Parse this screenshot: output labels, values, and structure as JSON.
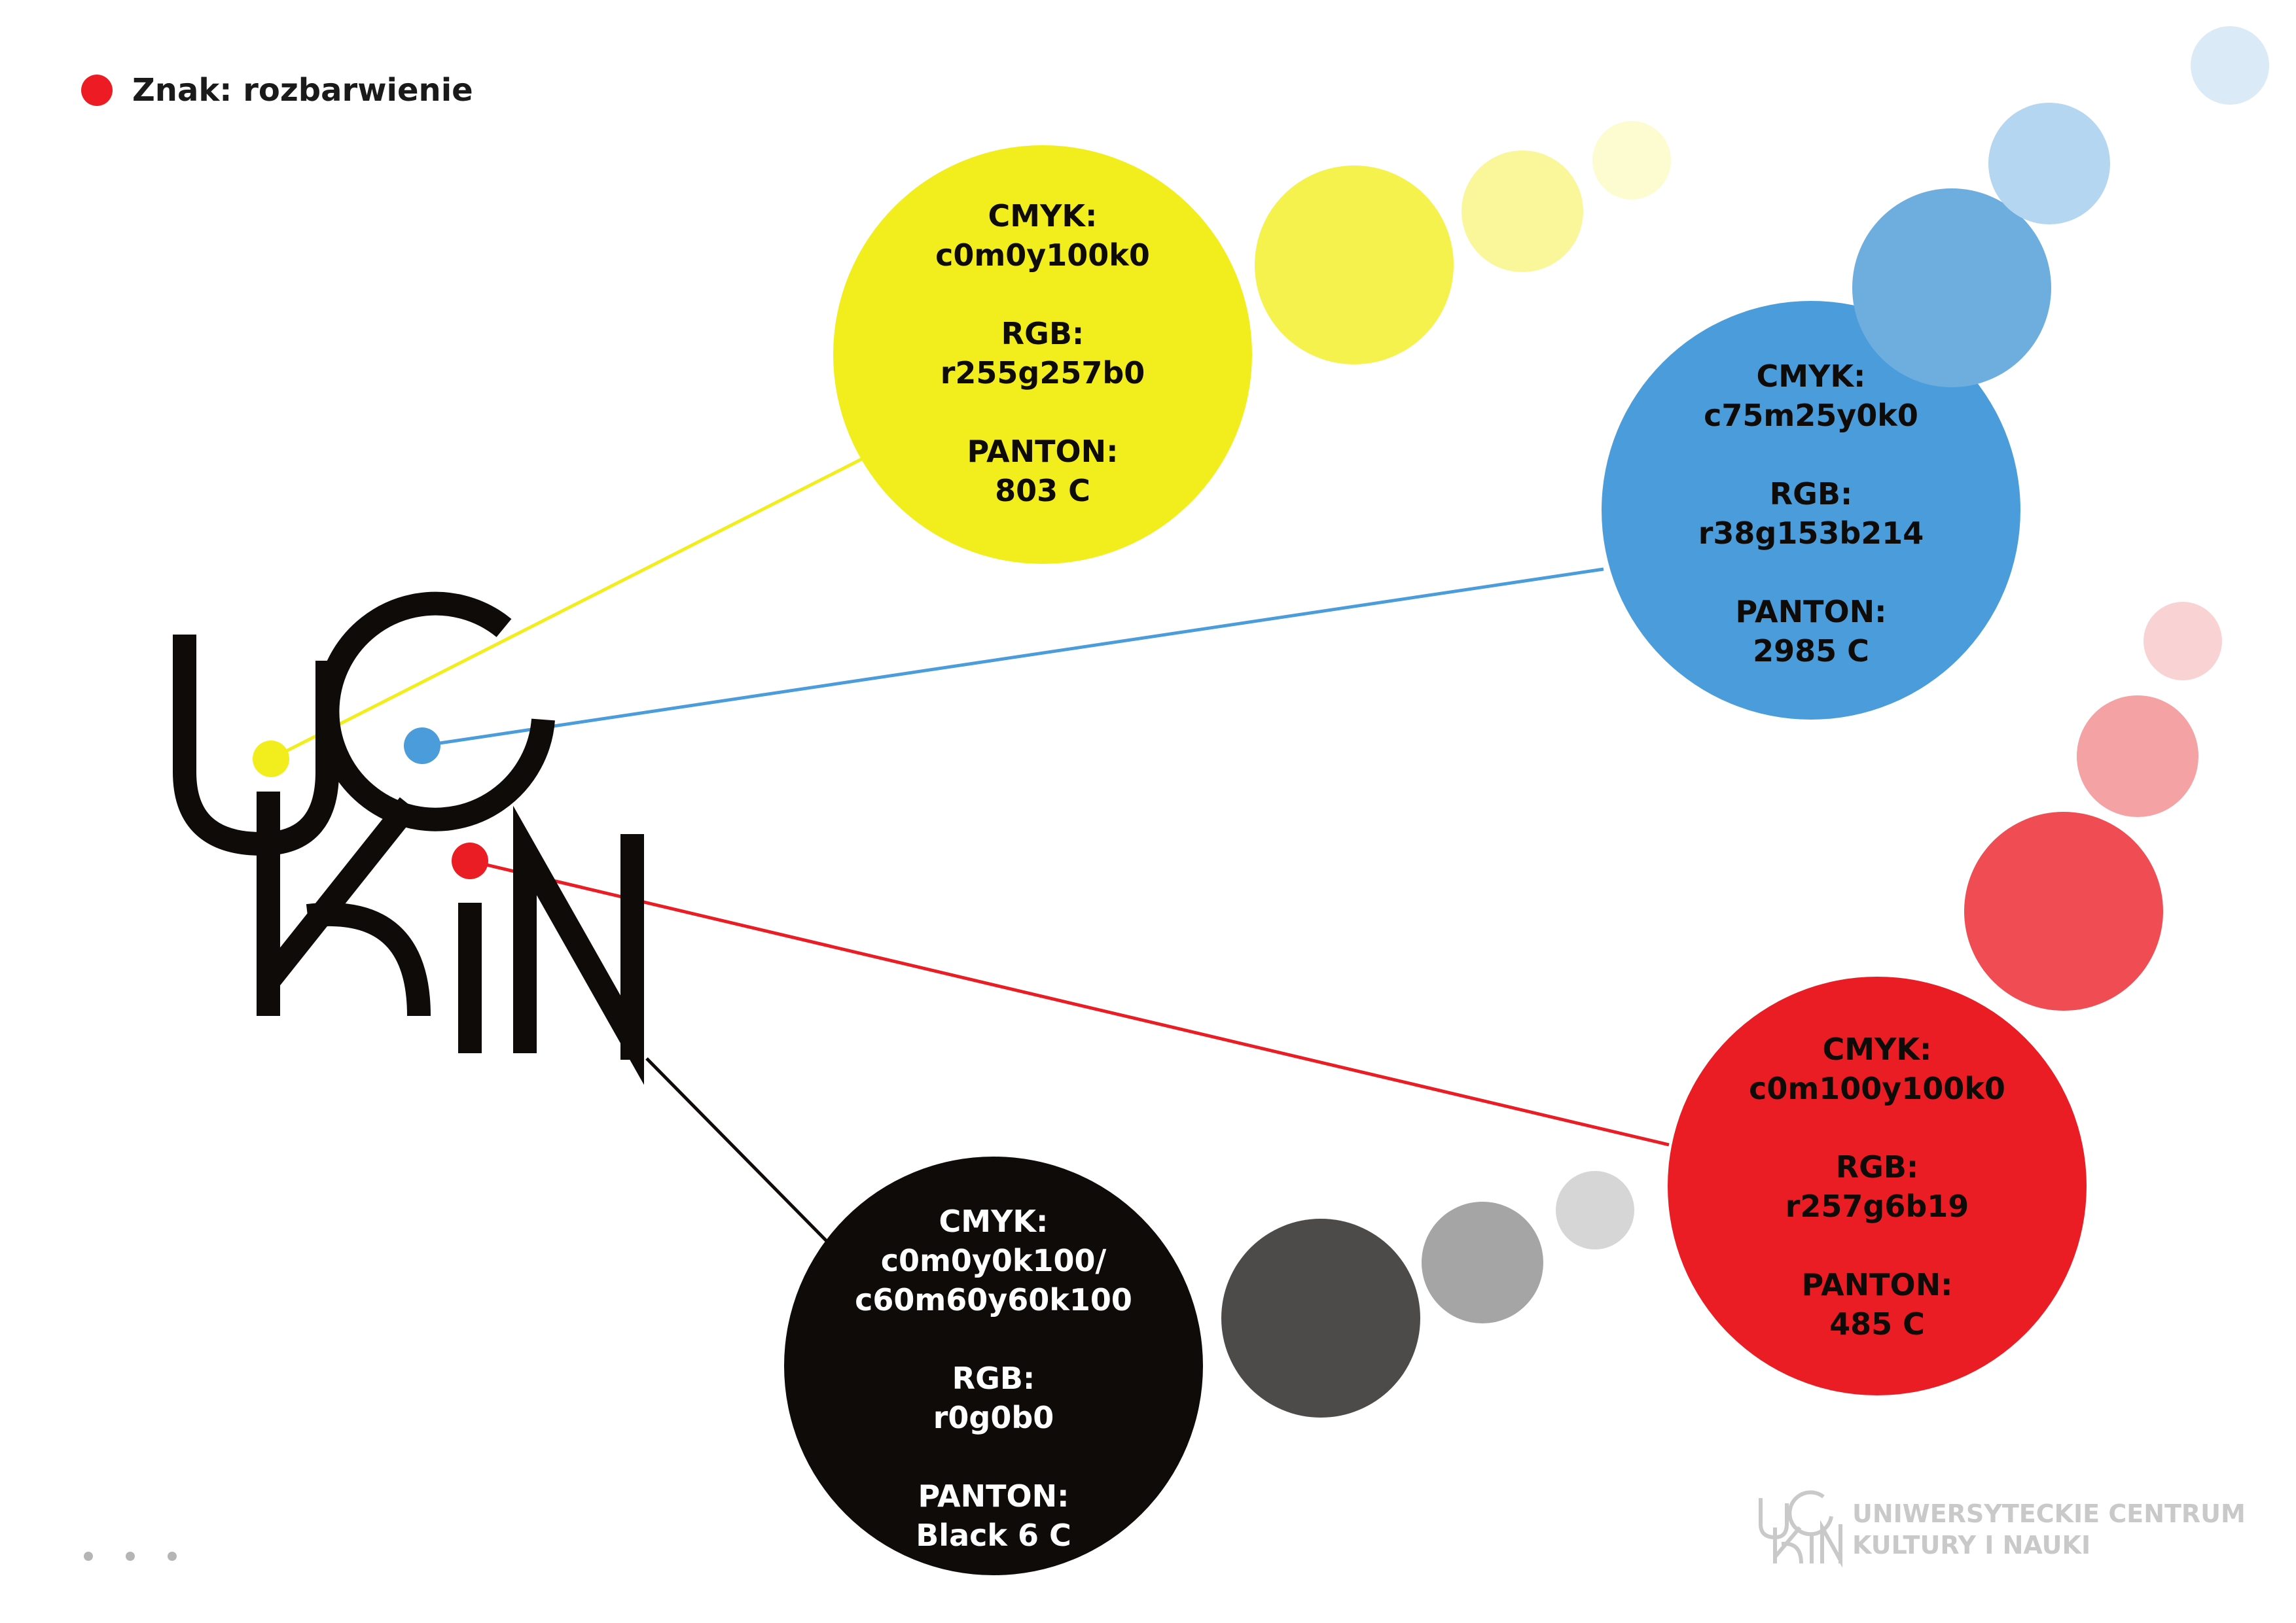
{
  "header": {
    "title": "Znak: rozbarwienie",
    "dot_color": "#ed1c24"
  },
  "logo": {
    "letters": [
      "U",
      "C",
      "K",
      "i",
      "N"
    ],
    "color": "#0f0b09"
  },
  "swatches": {
    "yellow": {
      "color": "#f2ee1d",
      "text_color": "#0f0b09",
      "cmyk_label": "CMYK:",
      "cmyk_value": "c0m0y100k0",
      "rgb_label": "RGB:",
      "rgb_value": "r255g257b0",
      "pantone_label": "PANTON:",
      "pantone_value": "803 C",
      "tints": [
        "#f6f24d",
        "#faf79a",
        "#fdfcd0"
      ]
    },
    "blue": {
      "color": "#4a9cdb",
      "text_color": "#0f0b09",
      "cmyk_label": "CMYK:",
      "cmyk_value": "c75m25y0k0",
      "rgb_label": "RGB:",
      "rgb_value": "r38g153b214",
      "pantone_label": "PANTON:",
      "pantone_value": "2985 C",
      "tints": [
        "#6eaedf",
        "#b4d6f0",
        "#dbeaf7"
      ]
    },
    "red": {
      "color": "#ea1d25",
      "text_color": "#0f0b09",
      "cmyk_label": "CMYK:",
      "cmyk_value": "c0m100y100k0",
      "rgb_label": "RGB:",
      "rgb_value": "r257g6b19",
      "pantone_label": "PANTON:",
      "pantone_value": "485 C",
      "tints": [
        "#ef4d53",
        "#f5a2a5",
        "#f9d3d4"
      ]
    },
    "black": {
      "color": "#0f0b09",
      "text_color": "#ffffff",
      "cmyk_label": "CMYK:",
      "cmyk_value_1": "c0m0y0k100/",
      "cmyk_value_2": "c60m60y60k100",
      "rgb_label": "RGB:",
      "rgb_value": "r0g0b0",
      "pantone_label": "PANTON:",
      "pantone_value": "Black 6 C",
      "tints": [
        "#4d4b4a",
        "#a5a5a5",
        "#d6d6d6"
      ]
    }
  },
  "footer": {
    "line1": "UNIWERSYTECKIE CENTRUM",
    "line2": "KULTURY I NAUKI",
    "color": "#c9c9c9"
  }
}
